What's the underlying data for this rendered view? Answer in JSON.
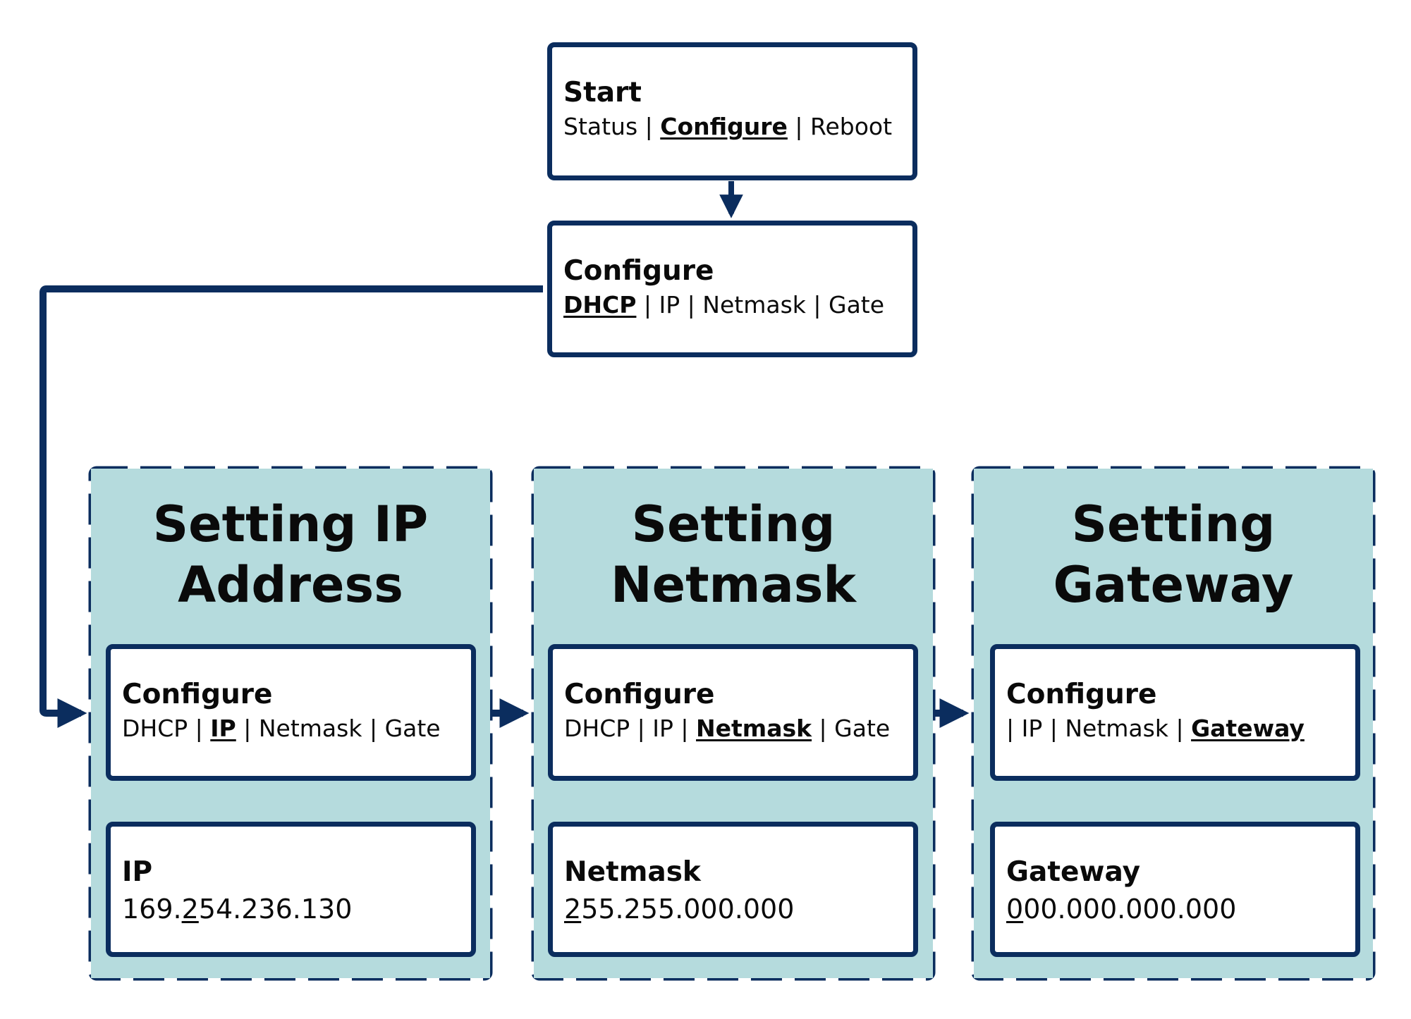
{
  "start": {
    "title": "Start",
    "options": [
      "Status",
      "Configure",
      "Reboot"
    ],
    "selected": 1
  },
  "configure": {
    "title": "Configure",
    "options": [
      "DHCP",
      "IP",
      "Netmask",
      "Gate"
    ],
    "selected": 0
  },
  "groups": [
    {
      "title_line1": "Setting IP",
      "title_line2": "Address",
      "menu": {
        "title": "Configure",
        "options": [
          "DHCP",
          "IP",
          "Netmask",
          "Gate"
        ],
        "selected": 1
      },
      "field": {
        "label": "IP",
        "cursor_char": "2",
        "before_cursor": "169.",
        "after_cursor": "54.236.130"
      }
    },
    {
      "title_line1": "Setting",
      "title_line2": "Netmask",
      "menu": {
        "title": "Configure",
        "options": [
          "DHCP",
          "IP",
          "Netmask",
          "Gate"
        ],
        "selected": 2
      },
      "field": {
        "label": "Netmask",
        "cursor_char": "2",
        "before_cursor": "",
        "after_cursor": "55.255.000.000"
      }
    },
    {
      "title_line1": "Setting",
      "title_line2": "Gateway",
      "menu": {
        "title": "Configure",
        "options": [
          "",
          "IP",
          "Netmask",
          "Gateway"
        ],
        "selected": 3
      },
      "field": {
        "label": "Gateway",
        "cursor_char": "0",
        "before_cursor": "",
        "after_cursor": "00.000.000.000"
      }
    }
  ],
  "colors": {
    "node_border": "#0b2d5e",
    "group_fill": "#b5dbdd",
    "arrow": "#0b2d5e",
    "text": "#0a0a0a"
  }
}
